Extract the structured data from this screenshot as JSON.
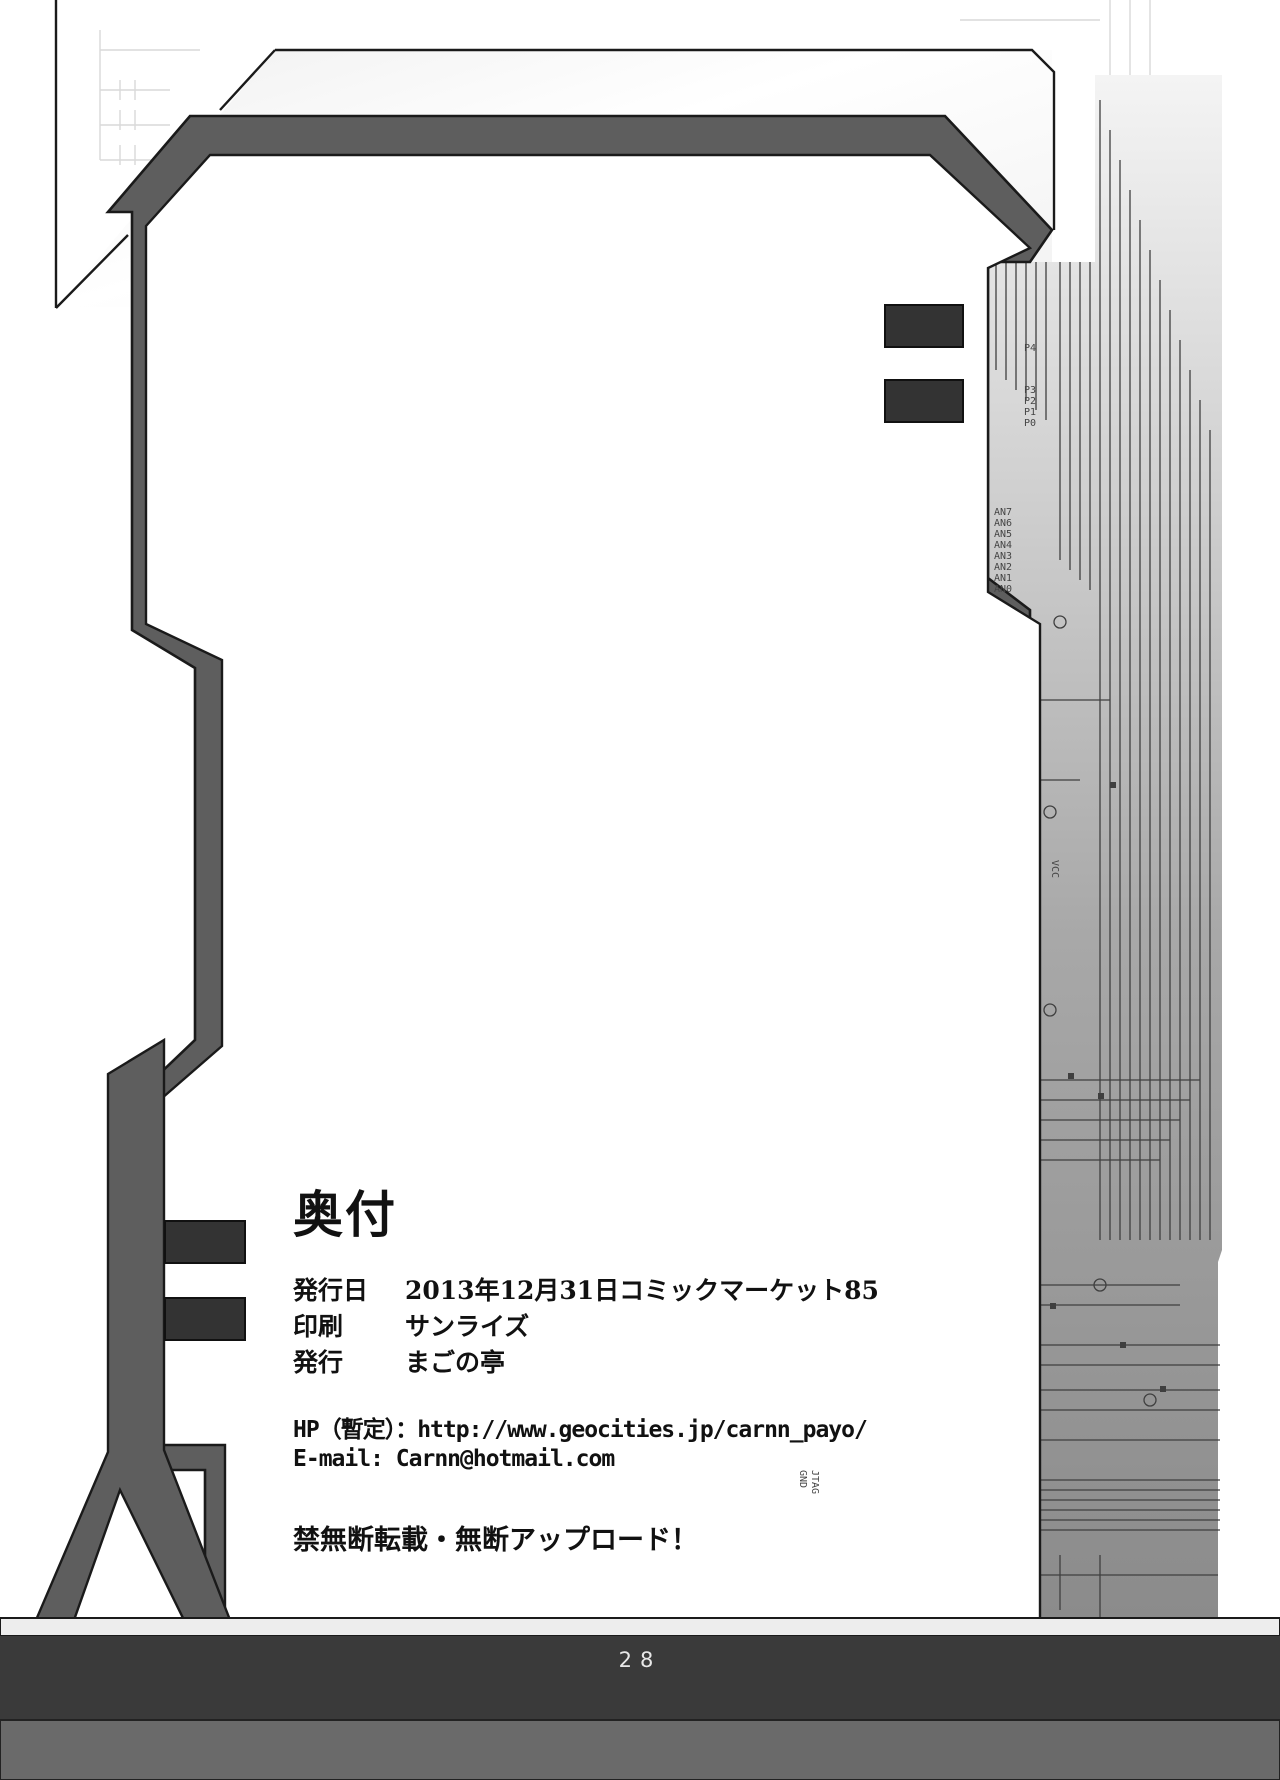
{
  "colophon": {
    "title": "奥付",
    "rows": [
      {
        "label": "発行日",
        "value": "2013年12月31日コミックマーケット85"
      },
      {
        "label": "印刷",
        "value": "サンライズ"
      },
      {
        "label": "発行",
        "value": "まごの亭"
      }
    ],
    "homepage": "HP（暫定）：http://www.geocities.jp/carnn_payo/",
    "email": "E-mail: Carnn@hotmail.com",
    "warning": "禁無断転載・無断アップロード！"
  },
  "board_labels": {
    "port_pins": [
      "P4",
      "P3",
      "P2",
      "P1",
      "P0"
    ],
    "analog_pins": [
      "AN7",
      "AN6",
      "AN5",
      "AN4",
      "AN3",
      "AN2",
      "AN1",
      "AN0"
    ],
    "misc": [
      "JTAG",
      "GND",
      "VCC"
    ]
  },
  "footer": {
    "page_number": "28"
  },
  "colors": {
    "frame": "#5e5e5e",
    "outline": "#1a1a1a",
    "footer_bar": "#3a3a3a",
    "circuit_lines": "#cfcfcf"
  }
}
